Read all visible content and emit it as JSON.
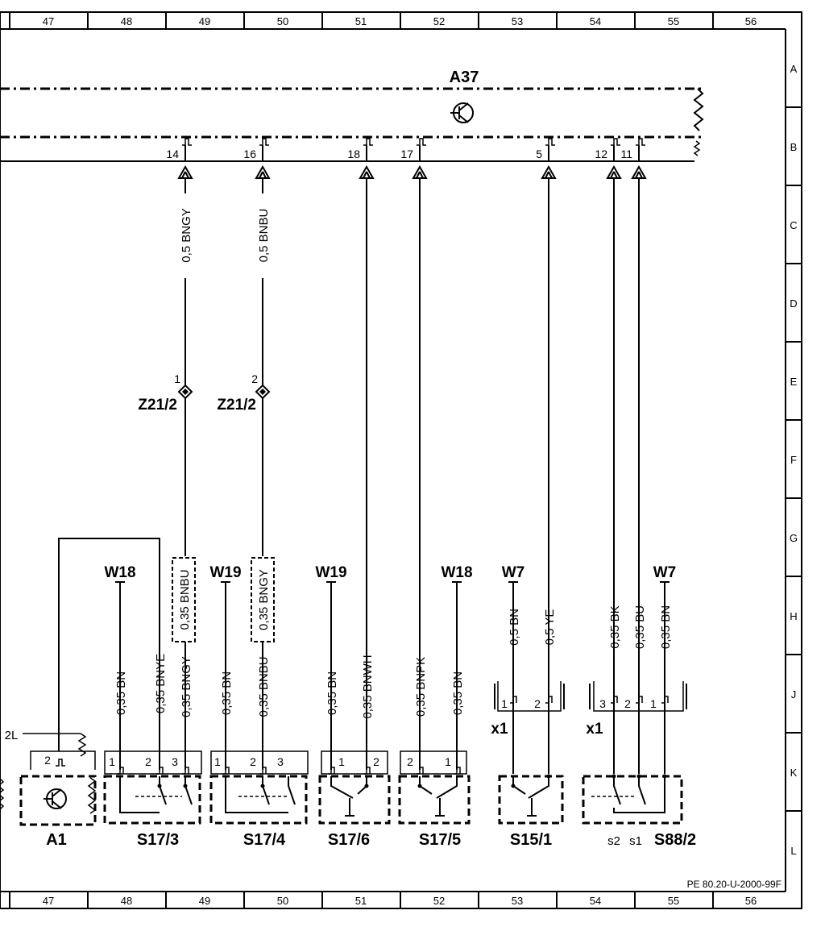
{
  "title_code": "PE 80.20-U-2000-99F",
  "column_numbers": [
    "47",
    "48",
    "49",
    "50",
    "51",
    "52",
    "53",
    "54",
    "55",
    "56"
  ],
  "row_letters": [
    "A",
    "B",
    "C",
    "D",
    "E",
    "F",
    "G",
    "H",
    "J",
    "K",
    "L"
  ],
  "components": {
    "a37": "A37",
    "a1": "A1",
    "s17_3": "S17/3",
    "s17_4": "S17/4",
    "s17_6": "S17/6",
    "s17_5": "S17/5",
    "s15_1": "S15/1",
    "s88_2": "S88/2",
    "s88_2_s2": "s2",
    "s88_2_s1": "s1",
    "label_2l": "2L"
  },
  "a37_pins": [
    "14",
    "16",
    "18",
    "17",
    "5",
    "12",
    "11"
  ],
  "splices": [
    {
      "pin": "1",
      "label": "Z21/2"
    },
    {
      "pin": "2",
      "label": "Z21/2"
    }
  ],
  "upper_wires": {
    "w14": "0,5 BNGY",
    "w16": "0,5 BNBU"
  },
  "boxed_wires": {
    "b1": "0,35 BNBU",
    "b2": "0,35 BNGY"
  },
  "ground_refs": {
    "g1": "W18",
    "g2": "W19",
    "g3": "W19",
    "g4": "W18",
    "g5": "W7",
    "g6": "W7"
  },
  "lower_wires": {
    "s17_3_a": "0,35 BN",
    "s17_3_b": "0,35 BNYE",
    "s17_3_c": "0,35 BNGY",
    "s17_4_a": "0,35 BN",
    "s17_4_b": "0,35 BNBU",
    "s17_6_a": "0,35 BN",
    "s17_6_b": "0,35 BNWH",
    "s17_5_a": "0,35 BNPK",
    "s17_5_b": "0,35 BN",
    "s15_1_a": "0,5 BN",
    "s15_1_b": "0,5 YE",
    "s88_2_a": "0,35 BK",
    "s88_2_b": "0,35 BU",
    "s88_2_c": "0,35 BN"
  },
  "connectors": {
    "x1_left": "x1",
    "x1_right": "x1"
  },
  "pins": {
    "a1_2": "2",
    "s17_3": [
      "1",
      "2",
      "3"
    ],
    "s17_4": [
      "1",
      "2",
      "3"
    ],
    "s17_6": [
      "1",
      "2"
    ],
    "s17_5": [
      "2",
      "1"
    ],
    "x1_left": [
      "1",
      "2"
    ],
    "x1_right": [
      "3",
      "2",
      "1"
    ]
  }
}
